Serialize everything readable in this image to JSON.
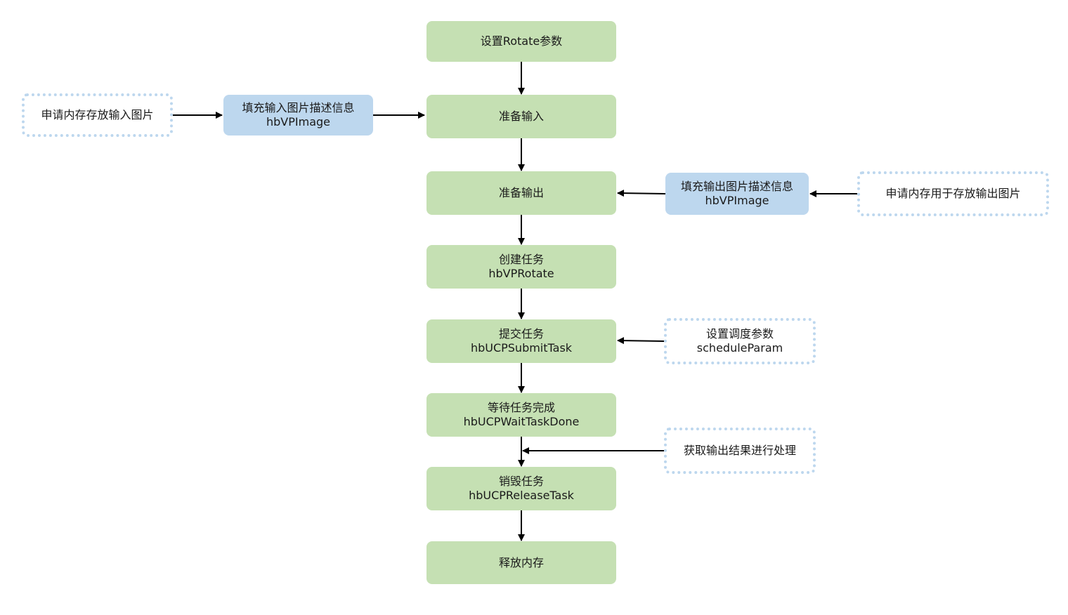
{
  "colors": {
    "main_fill": "#c5e0b3",
    "desc_fill": "#bdd7ee",
    "dotted_border": "#bdd7ee",
    "arrow": "#000000"
  },
  "nodes": {
    "set_rotate_params": {
      "label": "设置Rotate参数"
    },
    "prepare_input": {
      "label": "准备输入"
    },
    "prepare_output": {
      "label": "准备输出"
    },
    "create_task": {
      "label": "创建任务",
      "api": "hbVPRotate"
    },
    "submit_task": {
      "label": "提交任务",
      "api": "hbUCPSubmitTask"
    },
    "wait_task_done": {
      "label": "等待任务完成",
      "api": "hbUCPWaitTaskDone"
    },
    "release_task": {
      "label": "销毁任务",
      "api": "hbUCPReleaseTask"
    },
    "free_memory": {
      "label": "释放内存"
    },
    "alloc_input_memory": {
      "label": "申请内存存放输入图片"
    },
    "fill_input_desc": {
      "label": "填充输入图片描述信息",
      "api": "hbVPImage"
    },
    "fill_output_desc": {
      "label": "填充输出图片描述信息",
      "api": "hbVPImage"
    },
    "alloc_output_memory": {
      "label": "申请内存用于存放输出图片"
    },
    "set_schedule_params": {
      "label": "设置调度参数",
      "api": "scheduleParam"
    },
    "get_output_result": {
      "label": "获取输出结果进行处理"
    }
  }
}
